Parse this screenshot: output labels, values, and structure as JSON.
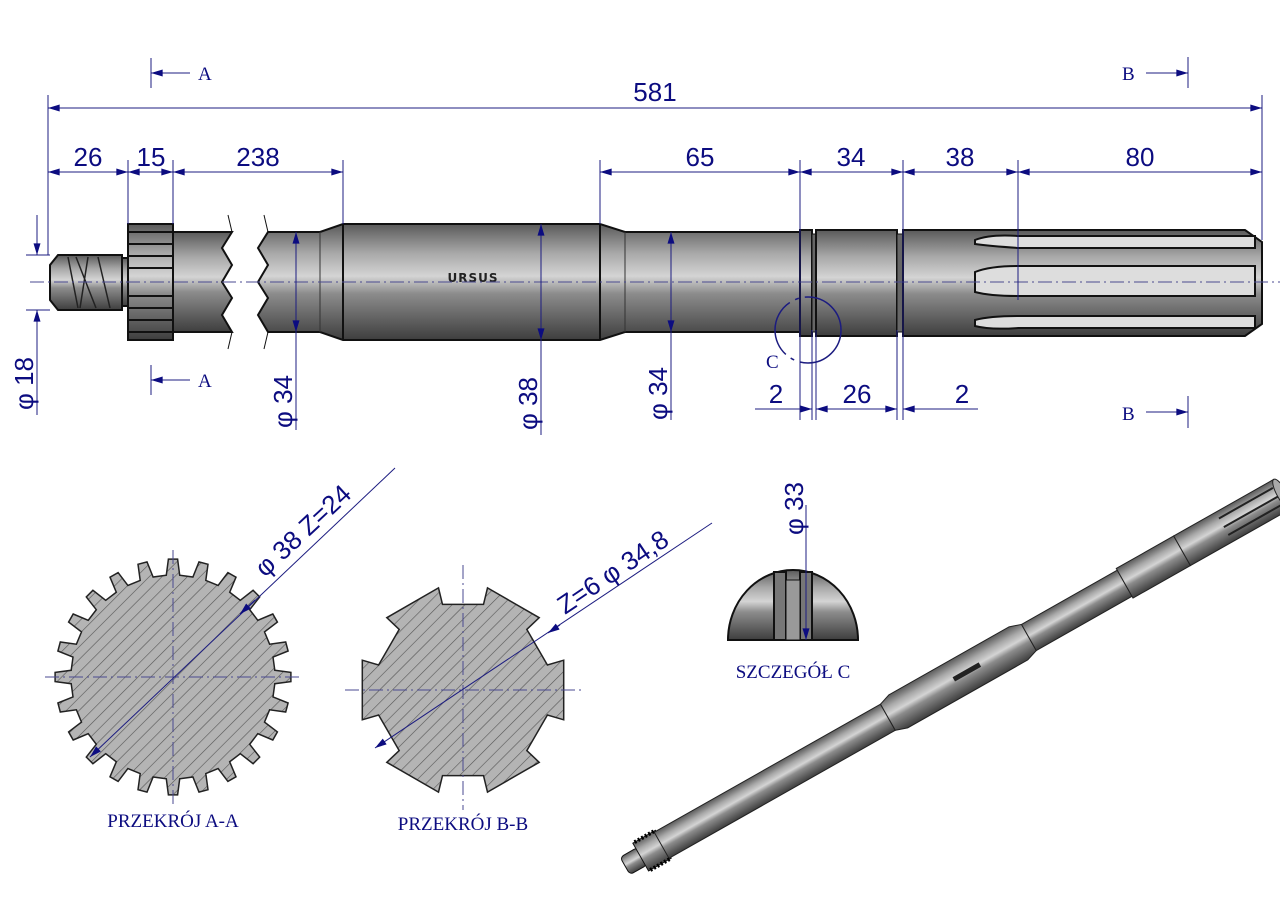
{
  "title": "Shaft technical drawing",
  "colors": {
    "dimension": "#0c0c80",
    "steel": "#8a8a8a"
  },
  "brand_mark": "URSUS",
  "overall_length": "581",
  "length_dims": [
    "26",
    "15",
    "238",
    "65",
    "34",
    "38",
    "80"
  ],
  "diameter_dims": [
    "φ 18",
    "φ 34",
    "φ 38",
    "φ 34"
  ],
  "groove_dims": [
    "2",
    "26",
    "2"
  ],
  "section_marks": {
    "a": "A",
    "b": "B"
  },
  "detail_mark": "C",
  "section_a": {
    "spec": "φ 38  Z=24",
    "label": "PRZEKRÓJ A-A",
    "teeth": 24
  },
  "section_b": {
    "spec": "Z=6  φ 34,8",
    "label": "PRZEKRÓJ B-B",
    "keys": 6
  },
  "detail_c": {
    "dim": "φ 33",
    "label": "SZCZEGÓŁ C"
  }
}
